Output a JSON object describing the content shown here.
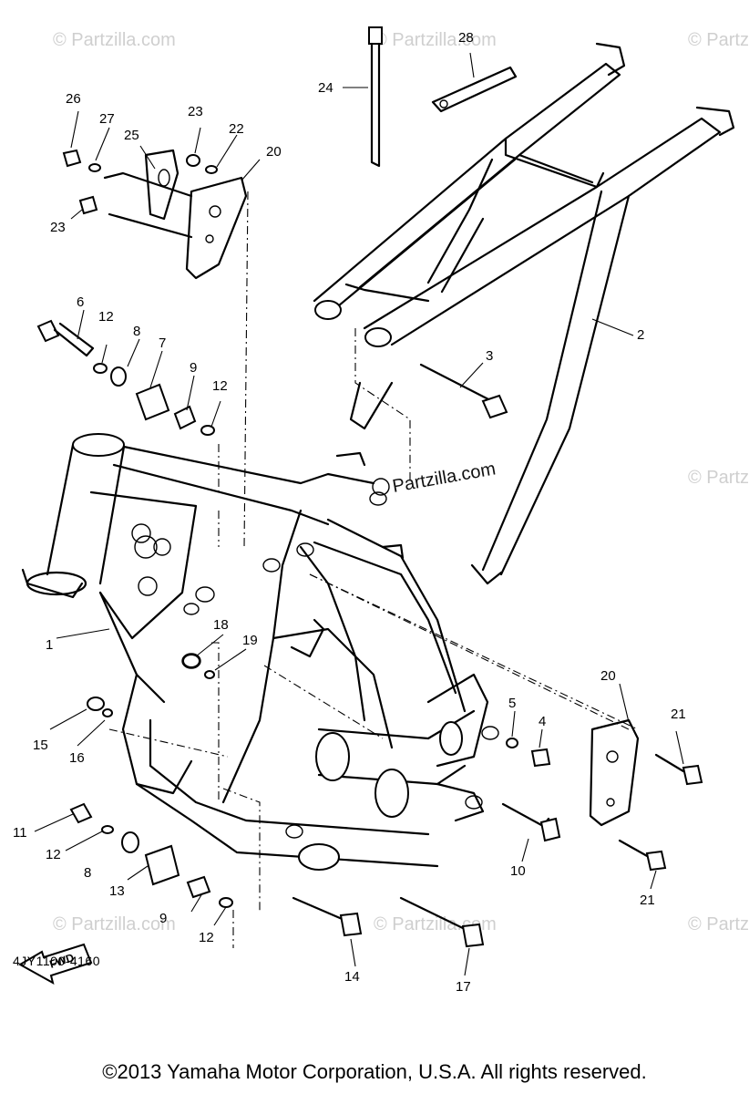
{
  "watermark": {
    "text": "© Partzilla.com",
    "text_center": "Partzilla.com"
  },
  "callouts": {
    "c1": "1",
    "c2": "2",
    "c3": "3",
    "c4": "4",
    "c5": "5",
    "c6": "6",
    "c7": "7",
    "c8a": "8",
    "c8b": "8",
    "c9a": "9",
    "c9b": "9",
    "c10": "10",
    "c11": "11",
    "c12a": "12",
    "c12b": "12",
    "c12c": "12",
    "c12d": "12",
    "c13": "13",
    "c14": "14",
    "c15": "15",
    "c16": "16",
    "c17": "17",
    "c18": "18",
    "c19": "19",
    "c20a": "20",
    "c20b": "20",
    "c21a": "21",
    "c21b": "21",
    "c22": "22",
    "c23a": "23",
    "c23b": "23",
    "c24": "24",
    "c25": "25",
    "c26": "26",
    "c27": "27",
    "c28": "28"
  },
  "fwd_label": "FWD",
  "diagram_code": "4JY1100-4160",
  "copyright": "©2013 Yamaha Motor Corporation, U.S.A. All rights reserved."
}
